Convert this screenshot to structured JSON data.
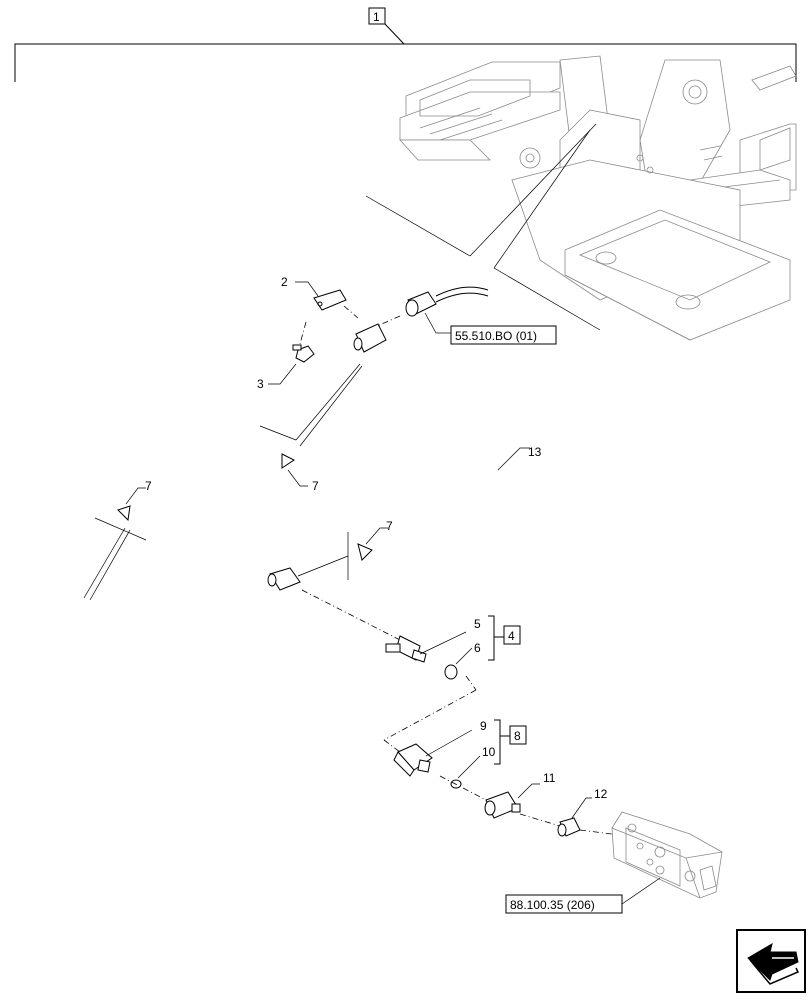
{
  "callouts": {
    "main_assembly": "1",
    "clip": "2",
    "bolt": "3",
    "sub_assembly_a": "4",
    "sensor_a": "5",
    "o_ring_a": "6",
    "tie_left": "7",
    "tie_mid": "7",
    "tie_right": "7",
    "sub_assembly_b": "8",
    "adapter": "9",
    "o_ring_b": "10",
    "fitting": "11",
    "plug": "12",
    "harness": "13"
  },
  "references": {
    "connector_ref": "55.510.BO (01)",
    "valve_ref": "88.100.35 (206)"
  },
  "nav_icon": "arrow-nav-icon"
}
